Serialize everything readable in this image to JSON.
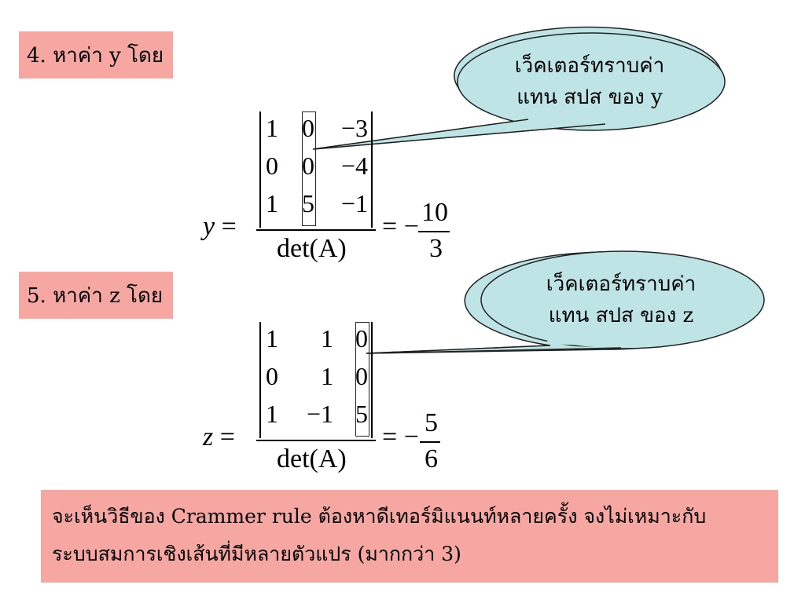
{
  "step4": {
    "label": "4. หาค่า y โดย"
  },
  "step5": {
    "label": "5. หาค่า z โดย"
  },
  "callout_y": {
    "line1": "เว็คเตอร์ทราบค่า",
    "line2": "แทน สปส ของ y"
  },
  "callout_z": {
    "line1": "เว็คเตอร์ทราบค่า",
    "line2": "แทน สปส ของ z"
  },
  "eq_y": {
    "var": "y",
    "matrix": [
      [
        "1",
        "0",
        "−3"
      ],
      [
        "0",
        "0",
        "−4"
      ],
      [
        "1",
        "5",
        "−1"
      ]
    ],
    "denominator": "det(A)",
    "result_sign": "−",
    "result_num": "10",
    "result_den": "3"
  },
  "eq_z": {
    "var": "z",
    "matrix": [
      [
        "1",
        "1",
        "0"
      ],
      [
        "0",
        "1",
        "0"
      ],
      [
        "1",
        "−1",
        "5"
      ]
    ],
    "denominator": "det(A)",
    "result_sign": "−",
    "result_num": "5",
    "result_den": "6"
  },
  "note": {
    "line1": "จะเห็นวิธีของ Crammer rule ต้องหาดีเทอร์มิแนนท์หลายครั้ง จงไม่เหมาะกับ",
    "line2": "ระบบสมการเชิงเส้นที่มีหลายตัวแปร (มากกว่า 3)"
  },
  "colors": {
    "label_bg": "#f7a7a2",
    "callout_fill": "#bfe4e6"
  }
}
